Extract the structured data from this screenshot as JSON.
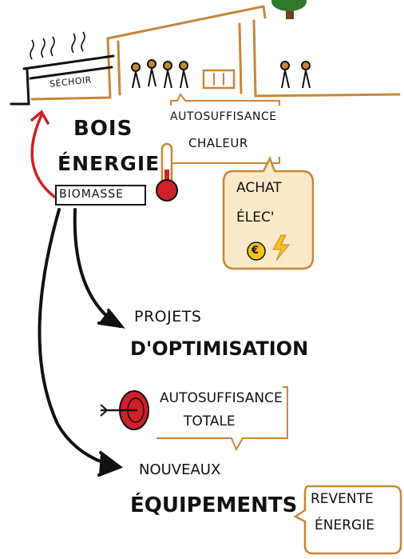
{
  "labels": {
    "sechoir": "Séchoir",
    "bois": "Bois",
    "energie": "Énergie",
    "biomasse": "Biomasse",
    "autosuffisance_chaleur_1": "Autosuffisance",
    "autosuffisance_chaleur_2": "Chaleur",
    "achat_elec_1": "Achat",
    "achat_elec_2": "Élec'",
    "euro_symbol": "€",
    "projets_1": "Projets",
    "projets_2": "d'optimisation",
    "autosuffisance_totale_1": "Autosuffisance",
    "autosuffisance_totale_2": "Totale",
    "nouveaux_1": "Nouveaux",
    "nouveaux_2": "Équipements",
    "revente_1": "Revente",
    "revente_2": "Énergie"
  },
  "colors": {
    "ink": "#111111",
    "red": "#d0202a",
    "orange": "#c9863a",
    "bubble_fill": "#fbe9c8",
    "yellow": "#f4c21a",
    "tree": "#2f7a2a"
  },
  "icons": [
    "steam-icon",
    "building-icon",
    "people-icon",
    "thermometer-icon",
    "euro-coin-icon",
    "lightning-icon",
    "target-icon",
    "arrow-icon",
    "tree-icon"
  ]
}
